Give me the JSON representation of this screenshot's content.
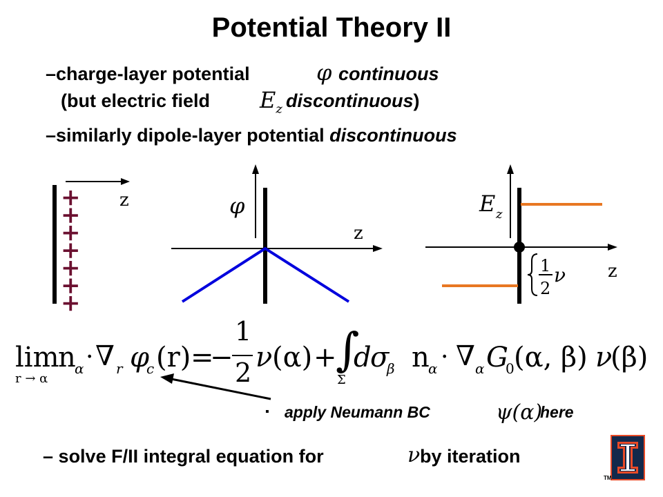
{
  "title": "Potential Theory II",
  "bullets": {
    "line1": {
      "dash": "–",
      "text": "charge-layer potential",
      "symbol": "φ",
      "em": "continuous"
    },
    "line2": {
      "open": "(but electric field",
      "symbol": "E",
      "sub": "z",
      "em": "discontinuous",
      "close": ")"
    },
    "line3": {
      "dash": "–",
      "text": "similarly dipole-layer potential",
      "em": "discontinuous"
    }
  },
  "diagrams": {
    "charge_layer": {
      "signs": [
        "+",
        "+",
        "+",
        "+",
        "+",
        "+",
        "+"
      ],
      "axis_label": "z"
    },
    "potential_plot": {
      "y_label": "φ",
      "x_label": "z"
    },
    "field_plot": {
      "y_label": "E",
      "y_sub": "z",
      "x_label": "z",
      "jump_one": "1",
      "jump_two": "2",
      "jump_nu": "ν"
    }
  },
  "equation": {
    "lim": "lim",
    "lim_sub": "r → α",
    "n": "n",
    "alpha": "α",
    "dot": "·",
    "nabla": "∇",
    "r": "r",
    "phi": "φ",
    "c": "c",
    "lhs_arg": "(r)",
    "eq": "=",
    "minus": "−",
    "half_num": "1",
    "half_den": "2",
    "nu": "ν",
    "nu_arg1": "(α)",
    "plus": "+",
    "integral": "∫",
    "sigma": "Σ",
    "d": "d",
    "dsigma": "σ",
    "beta": "β",
    "G": "G",
    "zero": "0",
    "G_arg": "(α, β)",
    "nu_arg2": "(β)"
  },
  "note": {
    "bullet": "▪",
    "text": "apply Neumann  BC",
    "symbol": "ψ(α)",
    "tail": "here"
  },
  "last_line": {
    "dash": "–",
    "text": "solve F/II integral equation for",
    "symbol": "ν",
    "tail": "by iteration"
  },
  "logo": {
    "letter": "I",
    "tm": "TM"
  },
  "colors": {
    "plus": "#6b1030",
    "blue": "#0000dd",
    "orange": "#e87722",
    "logo_bg": "#13294b",
    "logo_orange": "#e84a27"
  }
}
